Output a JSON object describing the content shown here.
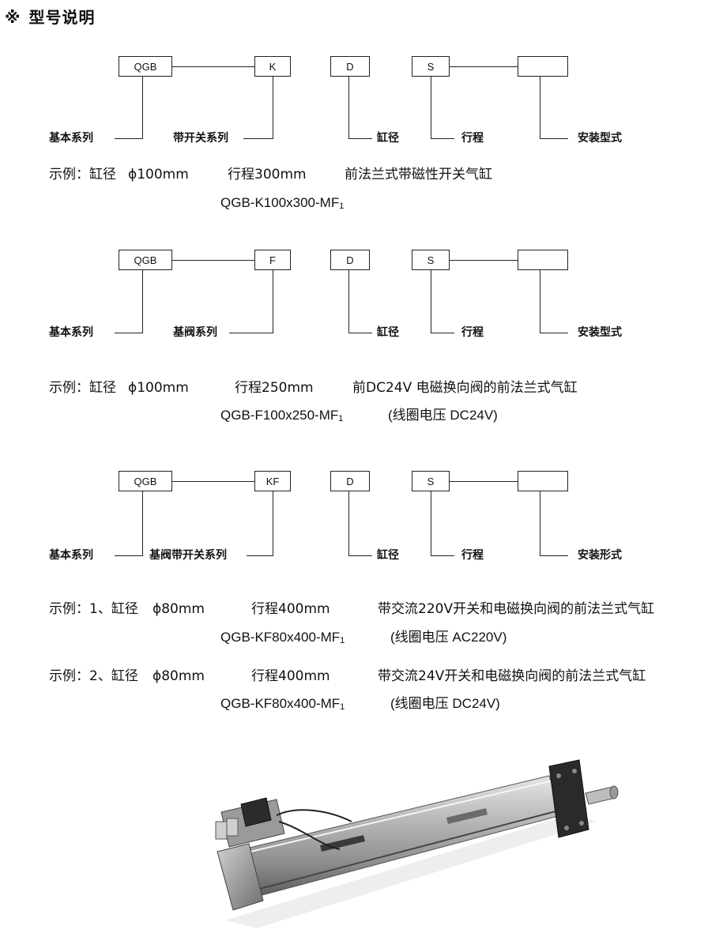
{
  "title": {
    "mark": "※",
    "text": "型号说明"
  },
  "diagrams": [
    {
      "boxes": {
        "base": "QGB",
        "type": "K",
        "bore": "D",
        "stroke": "S",
        "mount": ""
      },
      "labels": {
        "base": "基本系列",
        "type": "带开关系列",
        "bore": "缸径",
        "stroke": "行程",
        "mount": "安装型式"
      }
    },
    {
      "boxes": {
        "base": "QGB",
        "type": "F",
        "bore": "D",
        "stroke": "S",
        "mount": ""
      },
      "labels": {
        "base": "基本系列",
        "type": "基阀系列",
        "bore": "缸径",
        "stroke": "行程",
        "mount": "安装型式"
      }
    },
    {
      "boxes": {
        "base": "QGB",
        "type": "KF",
        "bore": "D",
        "stroke": "S",
        "mount": ""
      },
      "labels": {
        "base": "基本系列",
        "type": "基阀带开关系列",
        "bore": "缸径",
        "stroke": "行程",
        "mount": "安装形式"
      }
    }
  ],
  "examples": [
    {
      "prefix": "示例：缸径",
      "bore": "ϕ100mm",
      "stroke": "行程300mm",
      "desc": "前法兰式带磁性开关气缸",
      "code": "QGB-K100x300-MF",
      "code_sub": "1",
      "note": ""
    },
    {
      "prefix": "示例：缸径",
      "bore": "ϕ100mm",
      "stroke": "行程250mm",
      "desc": "前DC24V  电磁换向阀的前法兰式气缸",
      "code": "QGB-F100x250-MF",
      "code_sub": "1",
      "note": "(线圈电压  DC24V)"
    },
    {
      "prefix": "示例：1、缸径",
      "bore": "ϕ80mm",
      "stroke": "行程400mm",
      "desc": "带交流220V开关和电磁换向阀的前法兰式气缸",
      "code": "QGB-KF80x400-MF",
      "code_sub": "1",
      "note": "(线圈电压  AC220V)"
    },
    {
      "prefix": "示例：2、缸径",
      "bore": "ϕ80mm",
      "stroke": "行程400mm",
      "desc": "带交流24V开关和电磁换向阀的前法兰式气缸",
      "code": "QGB-KF80x400-MF",
      "code_sub": "1",
      "note": "(线圈电压  DC24V)"
    }
  ]
}
